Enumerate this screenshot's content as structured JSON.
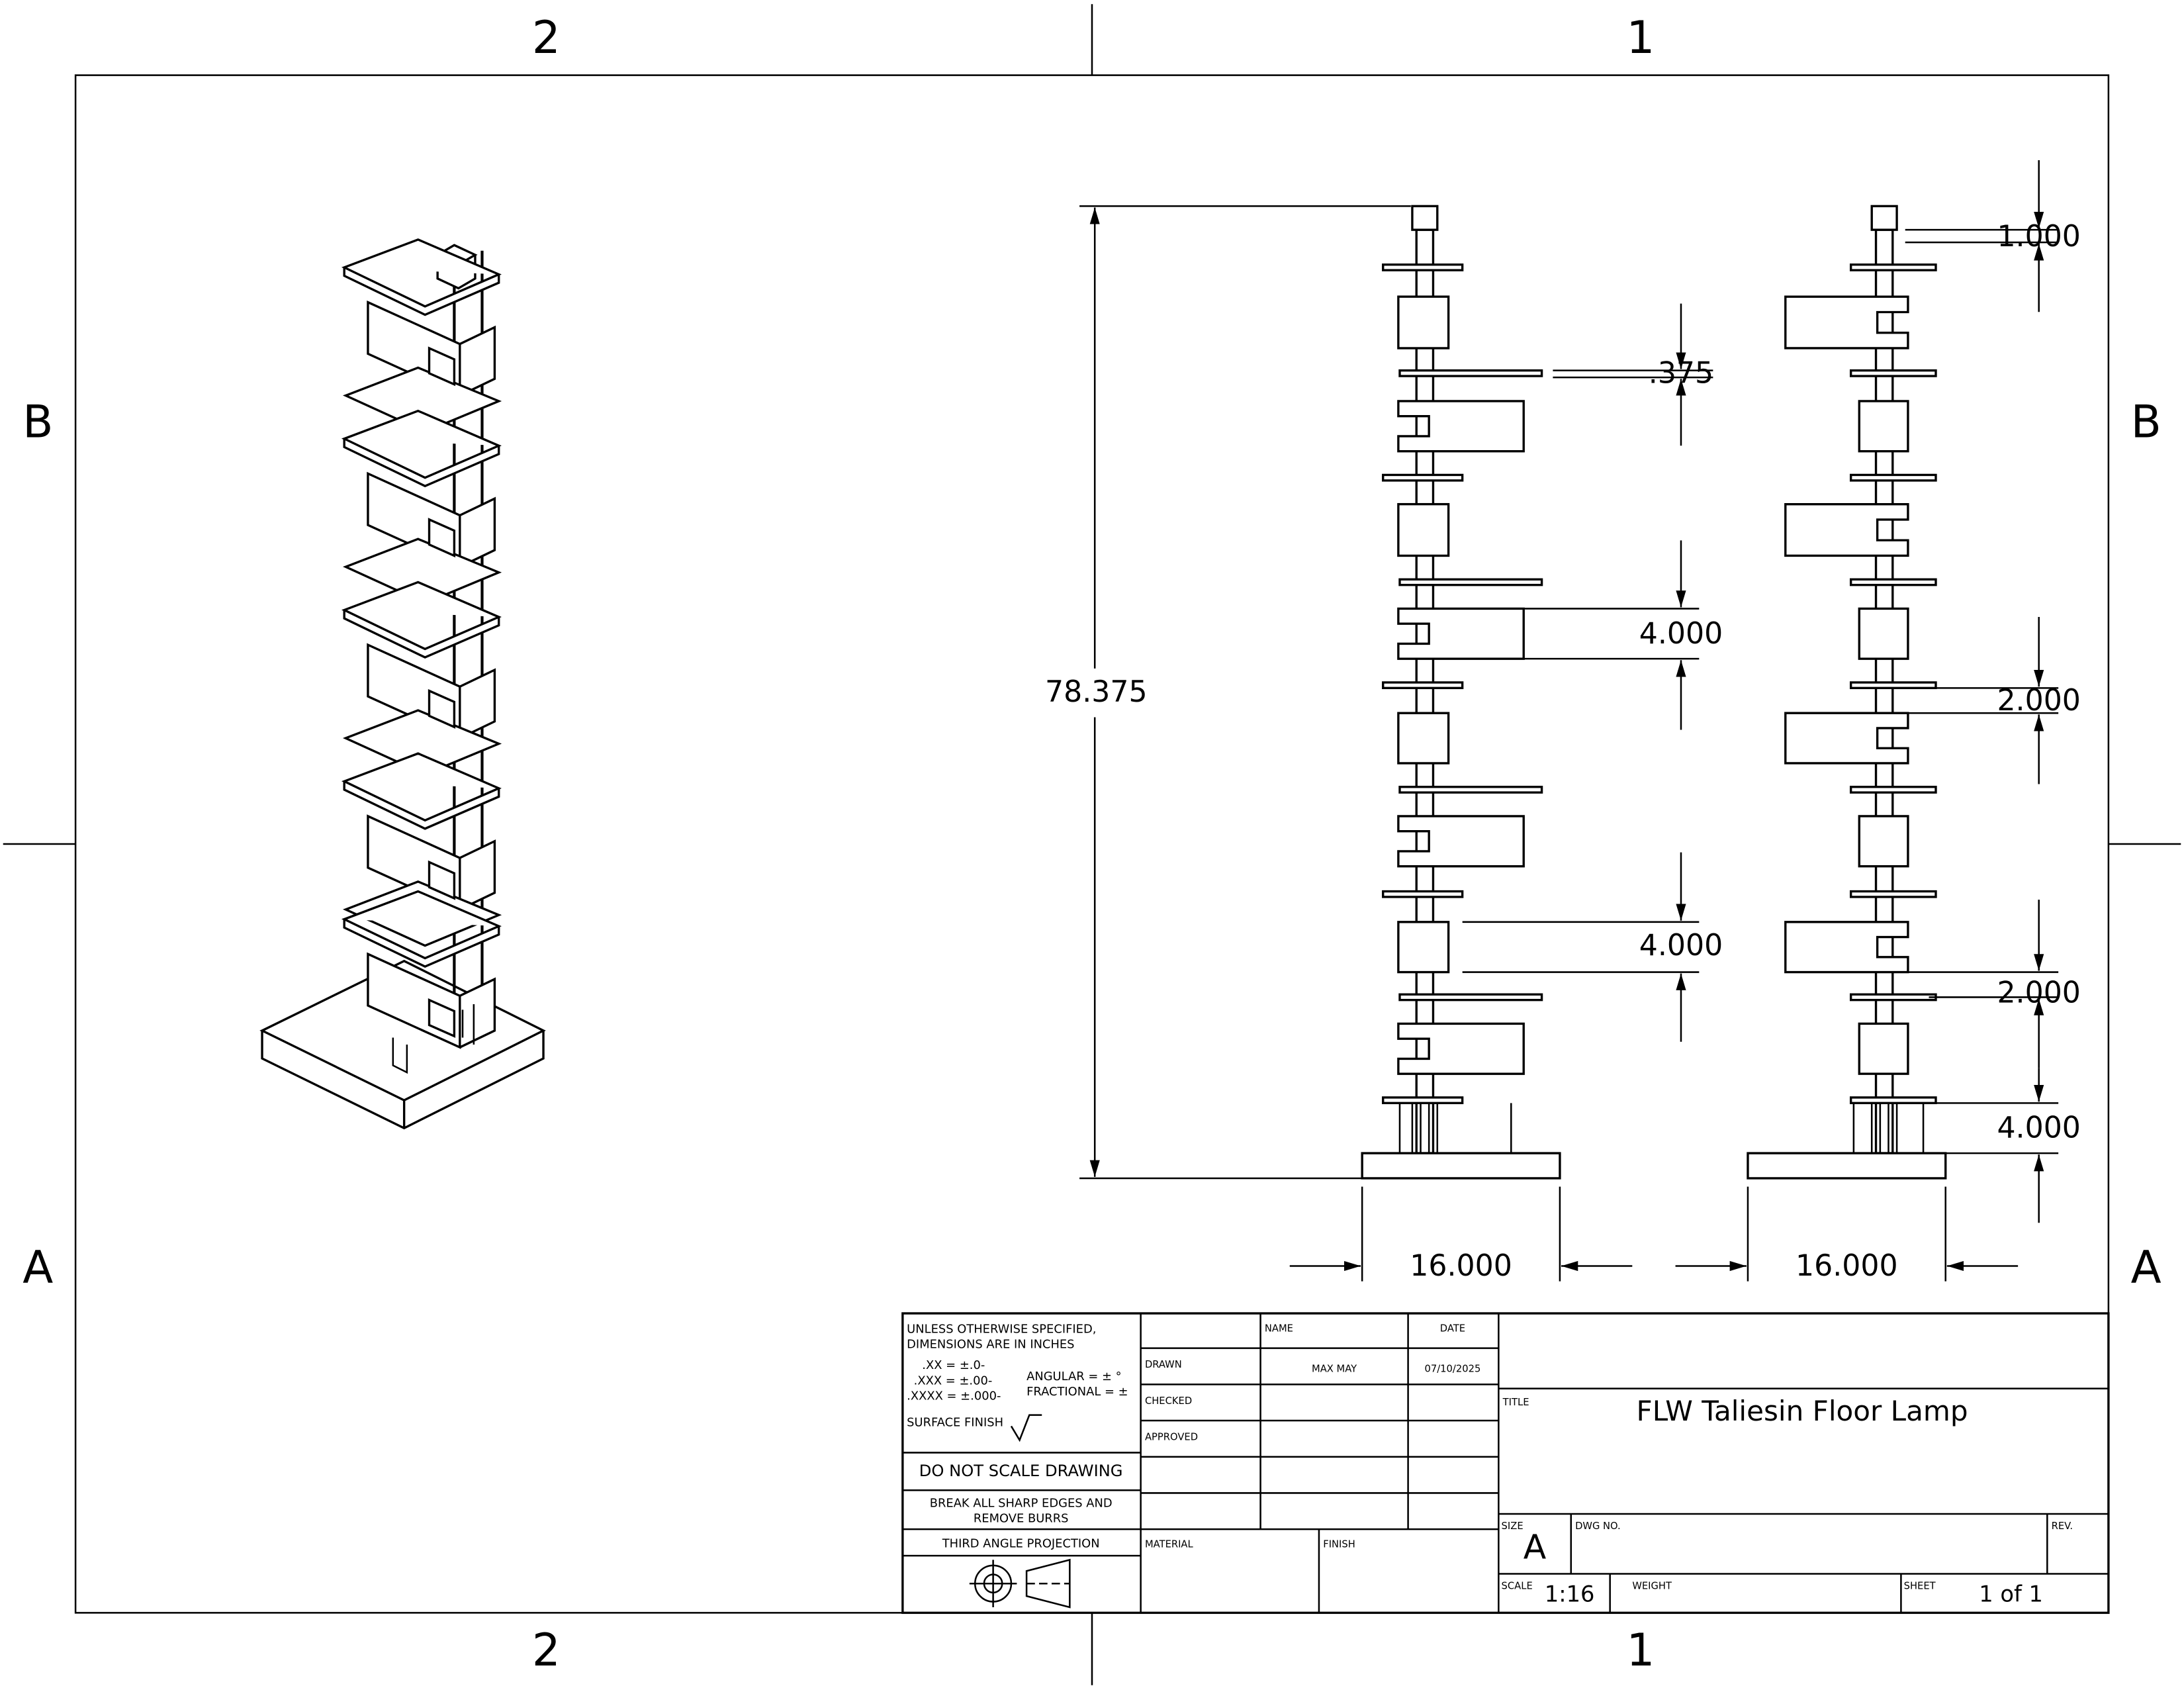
{
  "zones": {
    "top": [
      "2",
      "1"
    ],
    "bottom": [
      "2",
      "1"
    ],
    "left": [
      "B",
      "A"
    ],
    "right": [
      "B",
      "A"
    ]
  },
  "dimensions": {
    "overall_height": "78.375",
    "front_width": "16.000",
    "side_width": "16.000",
    "disc_thickness": ".375",
    "front_box_1": "4.000",
    "front_box_2": "4.000",
    "top_cap": "1.000",
    "side_gap_1": "2.000",
    "side_gap_2": "2.000",
    "side_legs": "4.000"
  },
  "title_block": {
    "notes_line1": "UNLESS OTHERWISE SPECIFIED,",
    "notes_line2": "DIMENSIONS ARE IN INCHES",
    "tol_xx": ".XX = ±.0-",
    "tol_xxx": ".XXX = ±.00-",
    "tol_xxxx": ".XXXX = ±.000-",
    "angular": "ANGULAR = ± °",
    "fractional": "FRACTIONAL = ±",
    "surface_finish": "SURFACE FINISH",
    "do_not_scale": "DO NOT SCALE DRAWING",
    "break_edges_1": "BREAK ALL SHARP EDGES AND",
    "break_edges_2": "REMOVE BURRS",
    "projection": "THIRD ANGLE PROJECTION",
    "name_header": "NAME",
    "date_header": "DATE",
    "drawn_label": "DRAWN",
    "drawn_name": "MAX MAY",
    "drawn_date": "07/10/2025",
    "checked_label": "CHECKED",
    "approved_label": "APPROVED",
    "material_label": "MATERIAL",
    "finish_label": "FINISH",
    "title_label": "TITLE",
    "title": "FLW Taliesin Floor Lamp",
    "size_label": "SIZE",
    "size": "A",
    "dwg_no_label": "DWG NO.",
    "rev_label": "REV.",
    "scale_label": "SCALE",
    "scale": "1:16",
    "weight_label": "WEIGHT",
    "sheet_label": "SHEET",
    "sheet": "1 of 1"
  }
}
